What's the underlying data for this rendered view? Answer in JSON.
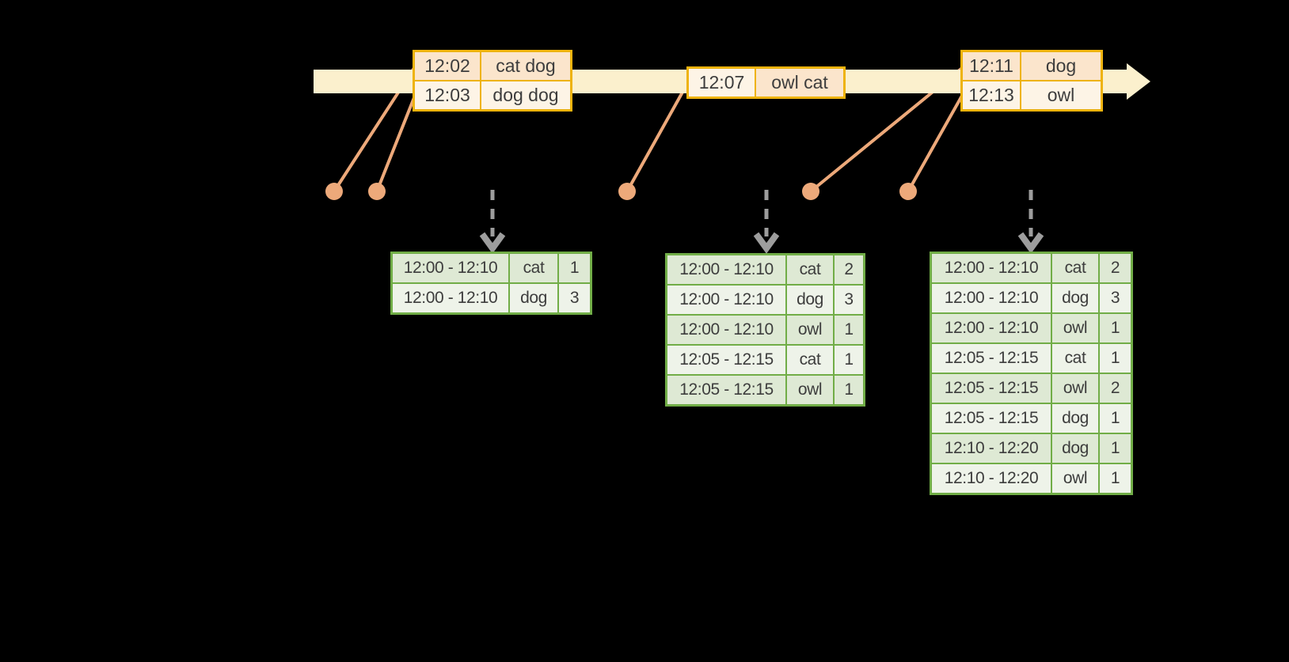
{
  "colors": {
    "background": "#000000",
    "timeline_band": "#fbf0cd",
    "event_border": "#eeb30e",
    "event_row_dark": "#fbe5cc",
    "event_row_light": "#fdf4e6",
    "connector": "#eda97a",
    "result_border": "#71ad47",
    "result_row_dark": "#dee9d4",
    "result_row_light": "#eef3e9",
    "trigger_arrow": "#9d9d9d",
    "text": "#3d3d3d"
  },
  "icons": {
    "timeline_arrowhead": "right-arrow",
    "event_marker": "dot",
    "trigger": "dashed-down-arrow"
  },
  "timeline": {
    "event_tables": [
      {
        "rows": [
          {
            "time": "12:02",
            "words": "cat dog"
          },
          {
            "time": "12:03",
            "words": "dog dog"
          }
        ]
      },
      {
        "rows": [
          {
            "time": "12:07",
            "words": "owl cat"
          }
        ]
      },
      {
        "rows": [
          {
            "time": "12:11",
            "words": "dog"
          },
          {
            "time": "12:13",
            "words": "owl"
          }
        ]
      }
    ]
  },
  "result_tables": [
    {
      "rows": [
        {
          "window": "12:00 - 12:10",
          "word": "cat",
          "count": "1"
        },
        {
          "window": "12:00 - 12:10",
          "word": "dog",
          "count": "3"
        }
      ]
    },
    {
      "rows": [
        {
          "window": "12:00 - 12:10",
          "word": "cat",
          "count": "2"
        },
        {
          "window": "12:00 - 12:10",
          "word": "dog",
          "count": "3"
        },
        {
          "window": "12:00 - 12:10",
          "word": "owl",
          "count": "1"
        },
        {
          "window": "12:05 - 12:15",
          "word": "cat",
          "count": "1"
        },
        {
          "window": "12:05 - 12:15",
          "word": "owl",
          "count": "1"
        }
      ]
    },
    {
      "rows": [
        {
          "window": "12:00 - 12:10",
          "word": "cat",
          "count": "2"
        },
        {
          "window": "12:00 - 12:10",
          "word": "dog",
          "count": "3"
        },
        {
          "window": "12:00 - 12:10",
          "word": "owl",
          "count": "1"
        },
        {
          "window": "12:05 - 12:15",
          "word": "cat",
          "count": "1"
        },
        {
          "window": "12:05 - 12:15",
          "word": "owl",
          "count": "2"
        },
        {
          "window": "12:05 - 12:15",
          "word": "dog",
          "count": "1"
        },
        {
          "window": "12:10 - 12:20",
          "word": "dog",
          "count": "1"
        },
        {
          "window": "12:10 - 12:20",
          "word": "owl",
          "count": "1"
        }
      ]
    }
  ]
}
